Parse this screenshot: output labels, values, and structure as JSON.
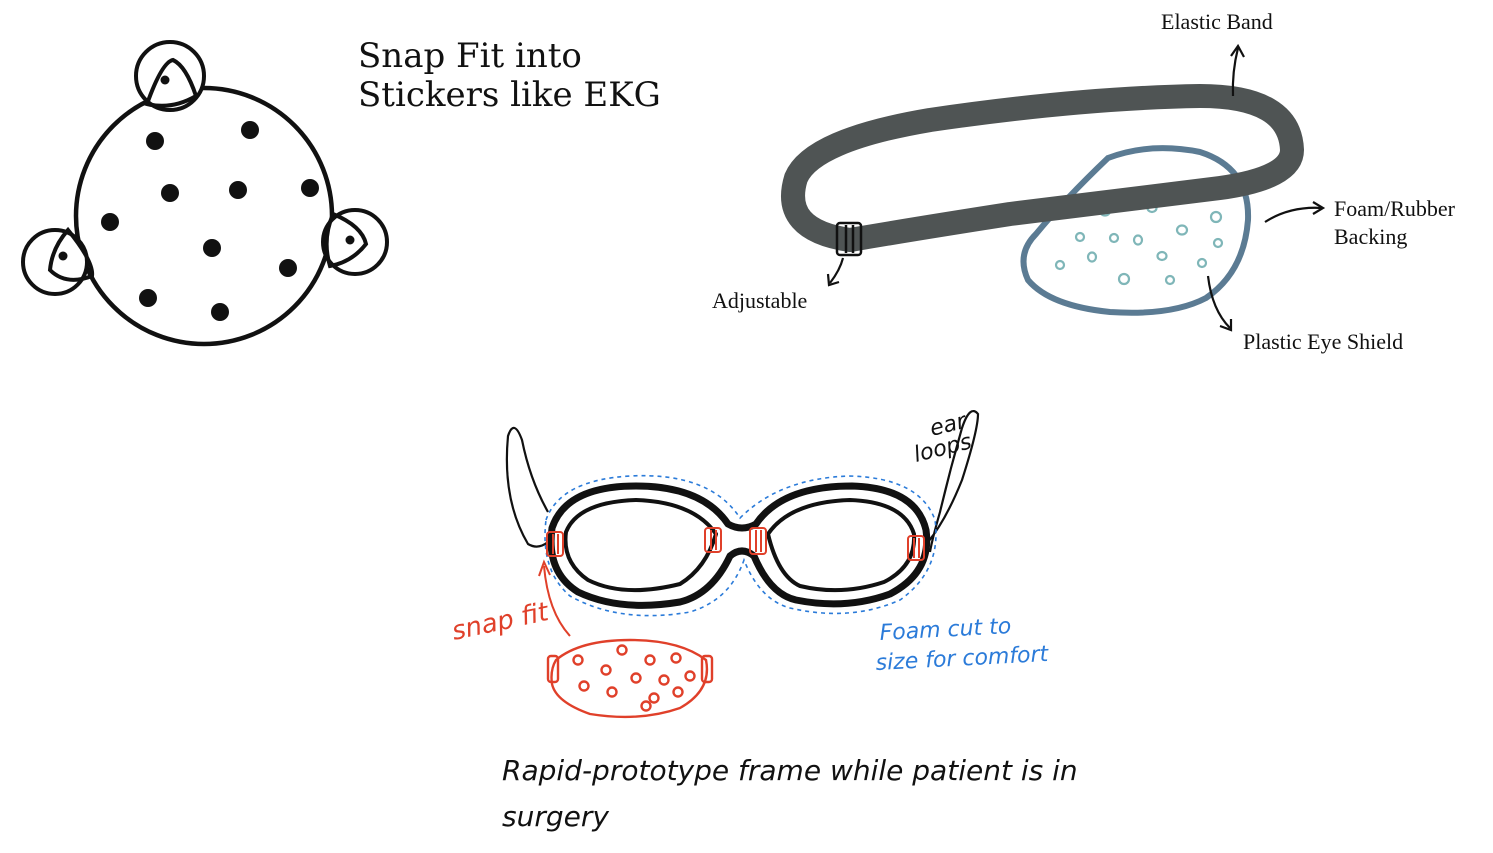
{
  "sticker_sketch": {
    "title_line1": "Snap Fit into",
    "title_line2": "Stickers like EKG"
  },
  "band_sketch": {
    "elastic_band": "Elastic Band",
    "adjustable": "Adjustable",
    "foam_line1": "Foam/Rubber",
    "foam_line2": "Backing",
    "plastic_shield": "Plastic Eye Shield"
  },
  "goggle_sketch": {
    "ear_line1": "ear",
    "ear_line2": "loops",
    "snap_fit": "snap fit",
    "foam_line1": "Foam cut to",
    "foam_line2": "size for comfort",
    "caption_line1": "Rapid-prototype frame while patient is in",
    "caption_line2": "surgery"
  },
  "colors": {
    "ink": "#111111",
    "band": "#4f5454",
    "shield_outline": "#5b7b93",
    "shield_dots": "#7fb6b8",
    "snap_red": "#e0402a",
    "foam_blue": "#2b7bd9"
  }
}
